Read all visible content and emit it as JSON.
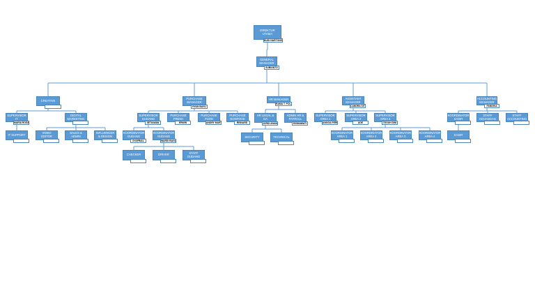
{
  "org_chart": {
    "nodes": [
      {
        "id": "dirut",
        "title": "DIREKTUR UTAMA",
        "name": "BUDI HARTONO"
      },
      {
        "id": "gm",
        "title": "GENERAL MANAGER",
        "name": "SUBIANTO"
      },
      {
        "id": "creative",
        "title": "CREATIVE",
        "name": ""
      },
      {
        "id": "purchase",
        "title": "PURCHASE MANAGER",
        "name": "RYAN BAYU"
      },
      {
        "id": "hr",
        "title": "HR MANAGER",
        "name": "RAMA T. POLAND"
      },
      {
        "id": "asstmgr",
        "title": "ASSISTANT MANAGER",
        "name": "CANDRA SITUNGKIR"
      },
      {
        "id": "accmgr",
        "title": "ACCOUNTING MANAGER",
        "name": "FANDIKA"
      },
      {
        "id": "spv_it",
        "title": "SUPERVISOR IT",
        "name": "MARIA ROSA"
      },
      {
        "id": "digmkt",
        "title": "DIGITAL MARKETING",
        "name": ""
      },
      {
        "id": "it_support",
        "title": "IT SUPPORT",
        "name": ""
      },
      {
        "id": "video_editor",
        "title": "VIDEO EDITOR",
        "name": ""
      },
      {
        "id": "sales_admin",
        "title": "SALES & ADMIN",
        "name": ""
      },
      {
        "id": "influencer",
        "title": "INFLUENCER & DESIGN",
        "name": ""
      },
      {
        "id": "spv_gudang",
        "title": "SUPERVISOR GUDANG",
        "name": "SETIAWAN"
      },
      {
        "id": "purch_fresh",
        "title": "PURCHASE FRESH",
        "name": "ERWIN"
      },
      {
        "id": "purch_food",
        "title": "PURCHASE FOOD",
        "name": "ANDRY MARTIN"
      },
      {
        "id": "purch_nonfood",
        "title": "PURCHASE NONFOOD",
        "name": "REINARD"
      },
      {
        "id": "koor_gudang1",
        "title": "KOORDINATOR GUDANG",
        "name": "SYAFRIAL"
      },
      {
        "id": "koor_gudang2",
        "title": "KOORDINATOR GUDANG",
        "name": "WARDI BAGAS"
      },
      {
        "id": "checker",
        "title": "CHECKER",
        "name": ""
      },
      {
        "id": "driver",
        "title": "DRIVER",
        "name": ""
      },
      {
        "id": "staff_gudang",
        "title": "STAFF GUDANG",
        "name": ""
      },
      {
        "id": "hr_legal",
        "title": "HR LEGAL & GA",
        "name": "JORDI ANANDA"
      },
      {
        "id": "admin_hr",
        "title": "ADMIN HR & PAYROLL",
        "name": "RISMAWATI"
      },
      {
        "id": "security",
        "title": "SECURITY",
        "name": ""
      },
      {
        "id": "technical",
        "title": "TECHNICAL",
        "name": ""
      },
      {
        "id": "spv_area1",
        "title": "SUPERVISOR AREA 1",
        "name": "ANGGA PERDANA"
      },
      {
        "id": "spv_area2",
        "title": "SUPERVISOR AREA 2",
        "name": "ADE"
      },
      {
        "id": "spv_area3",
        "title": "SUPERVISOR AREA 3",
        "name": "TEGUH DWI"
      },
      {
        "id": "koor_area1",
        "title": "KOORDINATOR AREA 1",
        "name": ""
      },
      {
        "id": "koor_area2",
        "title": "KOORDINATOR AREA 2",
        "name": ""
      },
      {
        "id": "koor_area3",
        "title": "KOORDINATOR AREA 3",
        "name": ""
      },
      {
        "id": "koor_area4",
        "title": "KOORDINATOR AREA 4",
        "name": ""
      },
      {
        "id": "koor_kasir",
        "title": "KOORDINATOR KASIR",
        "name": ""
      },
      {
        "id": "staff_keuangan",
        "title": "STAFF KEUANGAN",
        "name": ""
      },
      {
        "id": "staff_accounting",
        "title": "STAFF ACCOUNTING",
        "name": ""
      },
      {
        "id": "kasir",
        "title": "KASIR",
        "name": ""
      }
    ],
    "edges": [
      [
        "dirut",
        "gm"
      ],
      [
        "gm",
        "creative"
      ],
      [
        "gm",
        "purchase"
      ],
      [
        "gm",
        "hr"
      ],
      [
        "gm",
        "asstmgr"
      ],
      [
        "gm",
        "accmgr"
      ],
      [
        "creative",
        "spv_it"
      ],
      [
        "creative",
        "digmkt"
      ],
      [
        "spv_it",
        "it_support"
      ],
      [
        "digmkt",
        "video_editor"
      ],
      [
        "digmkt",
        "sales_admin"
      ],
      [
        "digmkt",
        "influencer"
      ],
      [
        "purchase",
        "spv_gudang"
      ],
      [
        "purchase",
        "purch_fresh"
      ],
      [
        "purchase",
        "purch_food"
      ],
      [
        "purchase",
        "purch_nonfood"
      ],
      [
        "spv_gudang",
        "koor_gudang1"
      ],
      [
        "spv_gudang",
        "koor_gudang2"
      ],
      [
        "koor_gudang2",
        "checker"
      ],
      [
        "koor_gudang2",
        "driver"
      ],
      [
        "koor_gudang2",
        "staff_gudang"
      ],
      [
        "hr",
        "hr_legal"
      ],
      [
        "hr",
        "admin_hr"
      ],
      [
        "hr_legal",
        "security"
      ],
      [
        "hr_legal",
        "technical"
      ],
      [
        "asstmgr",
        "spv_area1"
      ],
      [
        "asstmgr",
        "spv_area2"
      ],
      [
        "asstmgr",
        "spv_area3"
      ],
      [
        "spv_area3",
        "koor_area1"
      ],
      [
        "spv_area3",
        "koor_area2"
      ],
      [
        "spv_area3",
        "koor_area3"
      ],
      [
        "spv_area3",
        "koor_area4"
      ],
      [
        "accmgr",
        "koor_kasir"
      ],
      [
        "accmgr",
        "staff_keuangan"
      ],
      [
        "accmgr",
        "staff_accounting"
      ],
      [
        "koor_kasir",
        "kasir"
      ]
    ]
  }
}
